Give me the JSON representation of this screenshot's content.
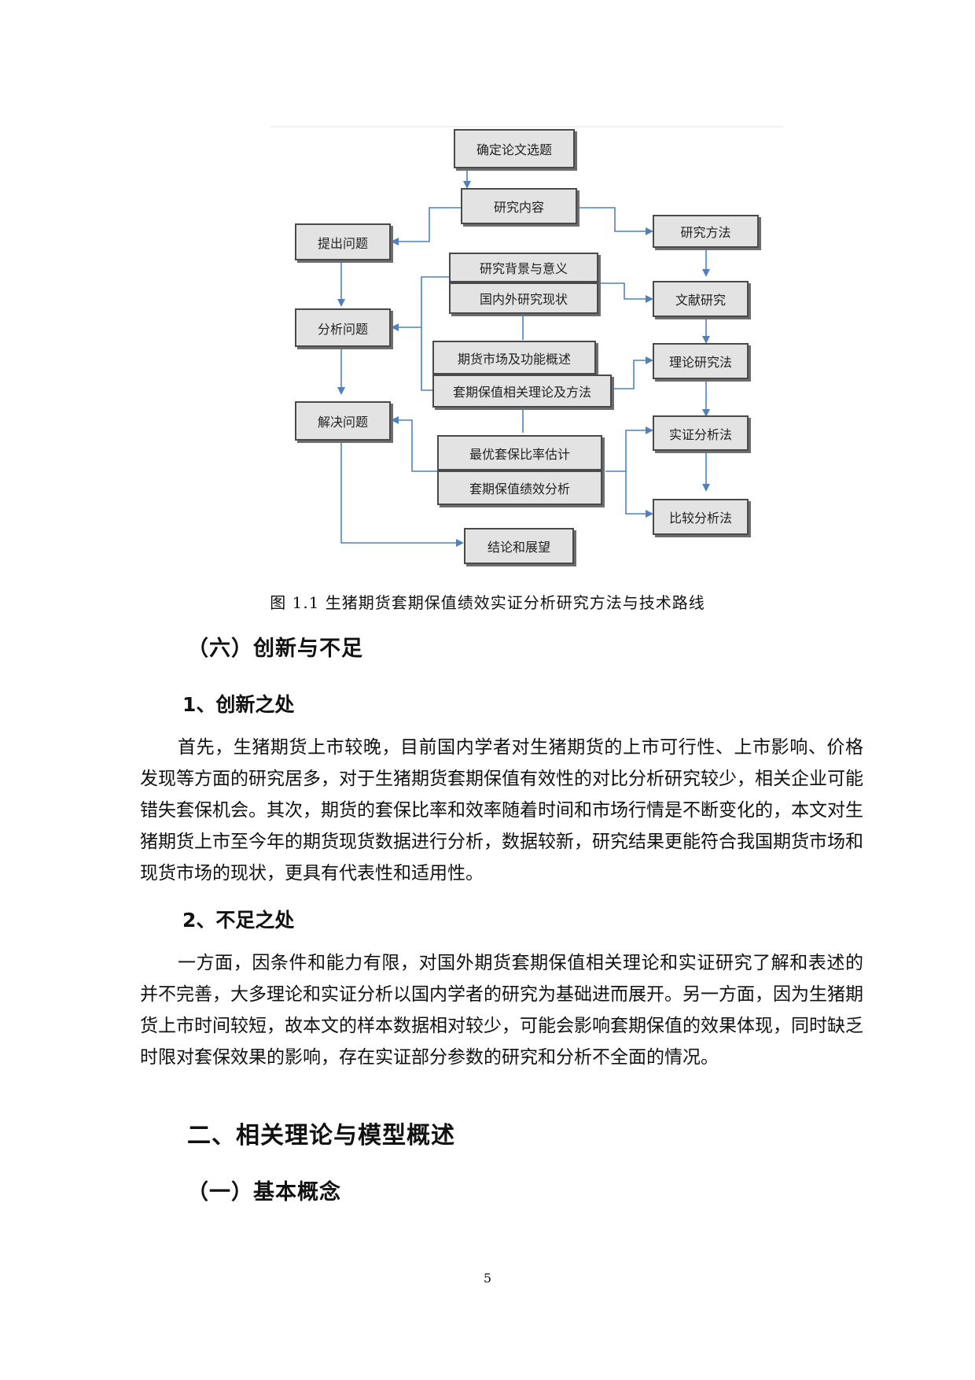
{
  "diagram": {
    "boxes": {
      "topic": "确定论文选题",
      "content": "研究内容",
      "raise": "提出问题",
      "method": "研究方法",
      "background": "研究背景与意义",
      "status": "国内外研究现状",
      "literature": "文献研究",
      "analyze": "分析问题",
      "futures_overview": "期货市场及功能概述",
      "hedge_theory": "套期保值相关理论及方法",
      "theory_method": "理论研究法",
      "solve": "解决问题",
      "optimal_ratio": "最优套保比率估计",
      "hedge_perf": "套期保值绩效分析",
      "empirical": "实证分析法",
      "comparative": "比较分析法",
      "conclusion": "结论和展望"
    },
    "caption": "图 1.1 生猪期货套期保值绩效实证分析研究方法与技术路线",
    "colors": {
      "arrow": "#4f81bd",
      "box_fill": "#e3e3e3",
      "box_border": "#4a4a4a"
    }
  },
  "sections": {
    "innovation_heading": "（六）创新与不足",
    "innovation_sub": "1、创新之处",
    "innovation_para": "首先，生猪期货上市较晚，目前国内学者对生猪期货的上市可行性、上市影响、价格发现等方面的研究居多，对于生猪期货套期保值有效性的对比分析研究较少，相关企业可能错失套保机会。其次，期货的套保比率和效率随着时间和市场行情是不断变化的，本文对生猪期货上市至今年的期货现货数据进行分析，数据较新，研究结果更能符合我国期货市场和现货市场的现状，更具有代表性和适用性。",
    "shortcoming_sub": "2、不足之处",
    "shortcoming_para": "一方面，因条件和能力有限，对国外期货套期保值相关理论和实证研究了解和表述的并不完善，大多理论和实证分析以国内学者的研究为基础进而展开。另一方面，因为生猪期货上市时间较短，故本文的样本数据相对较少，可能会影响套期保值的效果体现，同时缺乏时限对套保效果的影响，存在实证部分参数的研究和分析不全面的情况。",
    "chapter_heading": "二、相关理论与模型概述",
    "basic_heading": "（一）基本概念"
  },
  "page_number": "5"
}
